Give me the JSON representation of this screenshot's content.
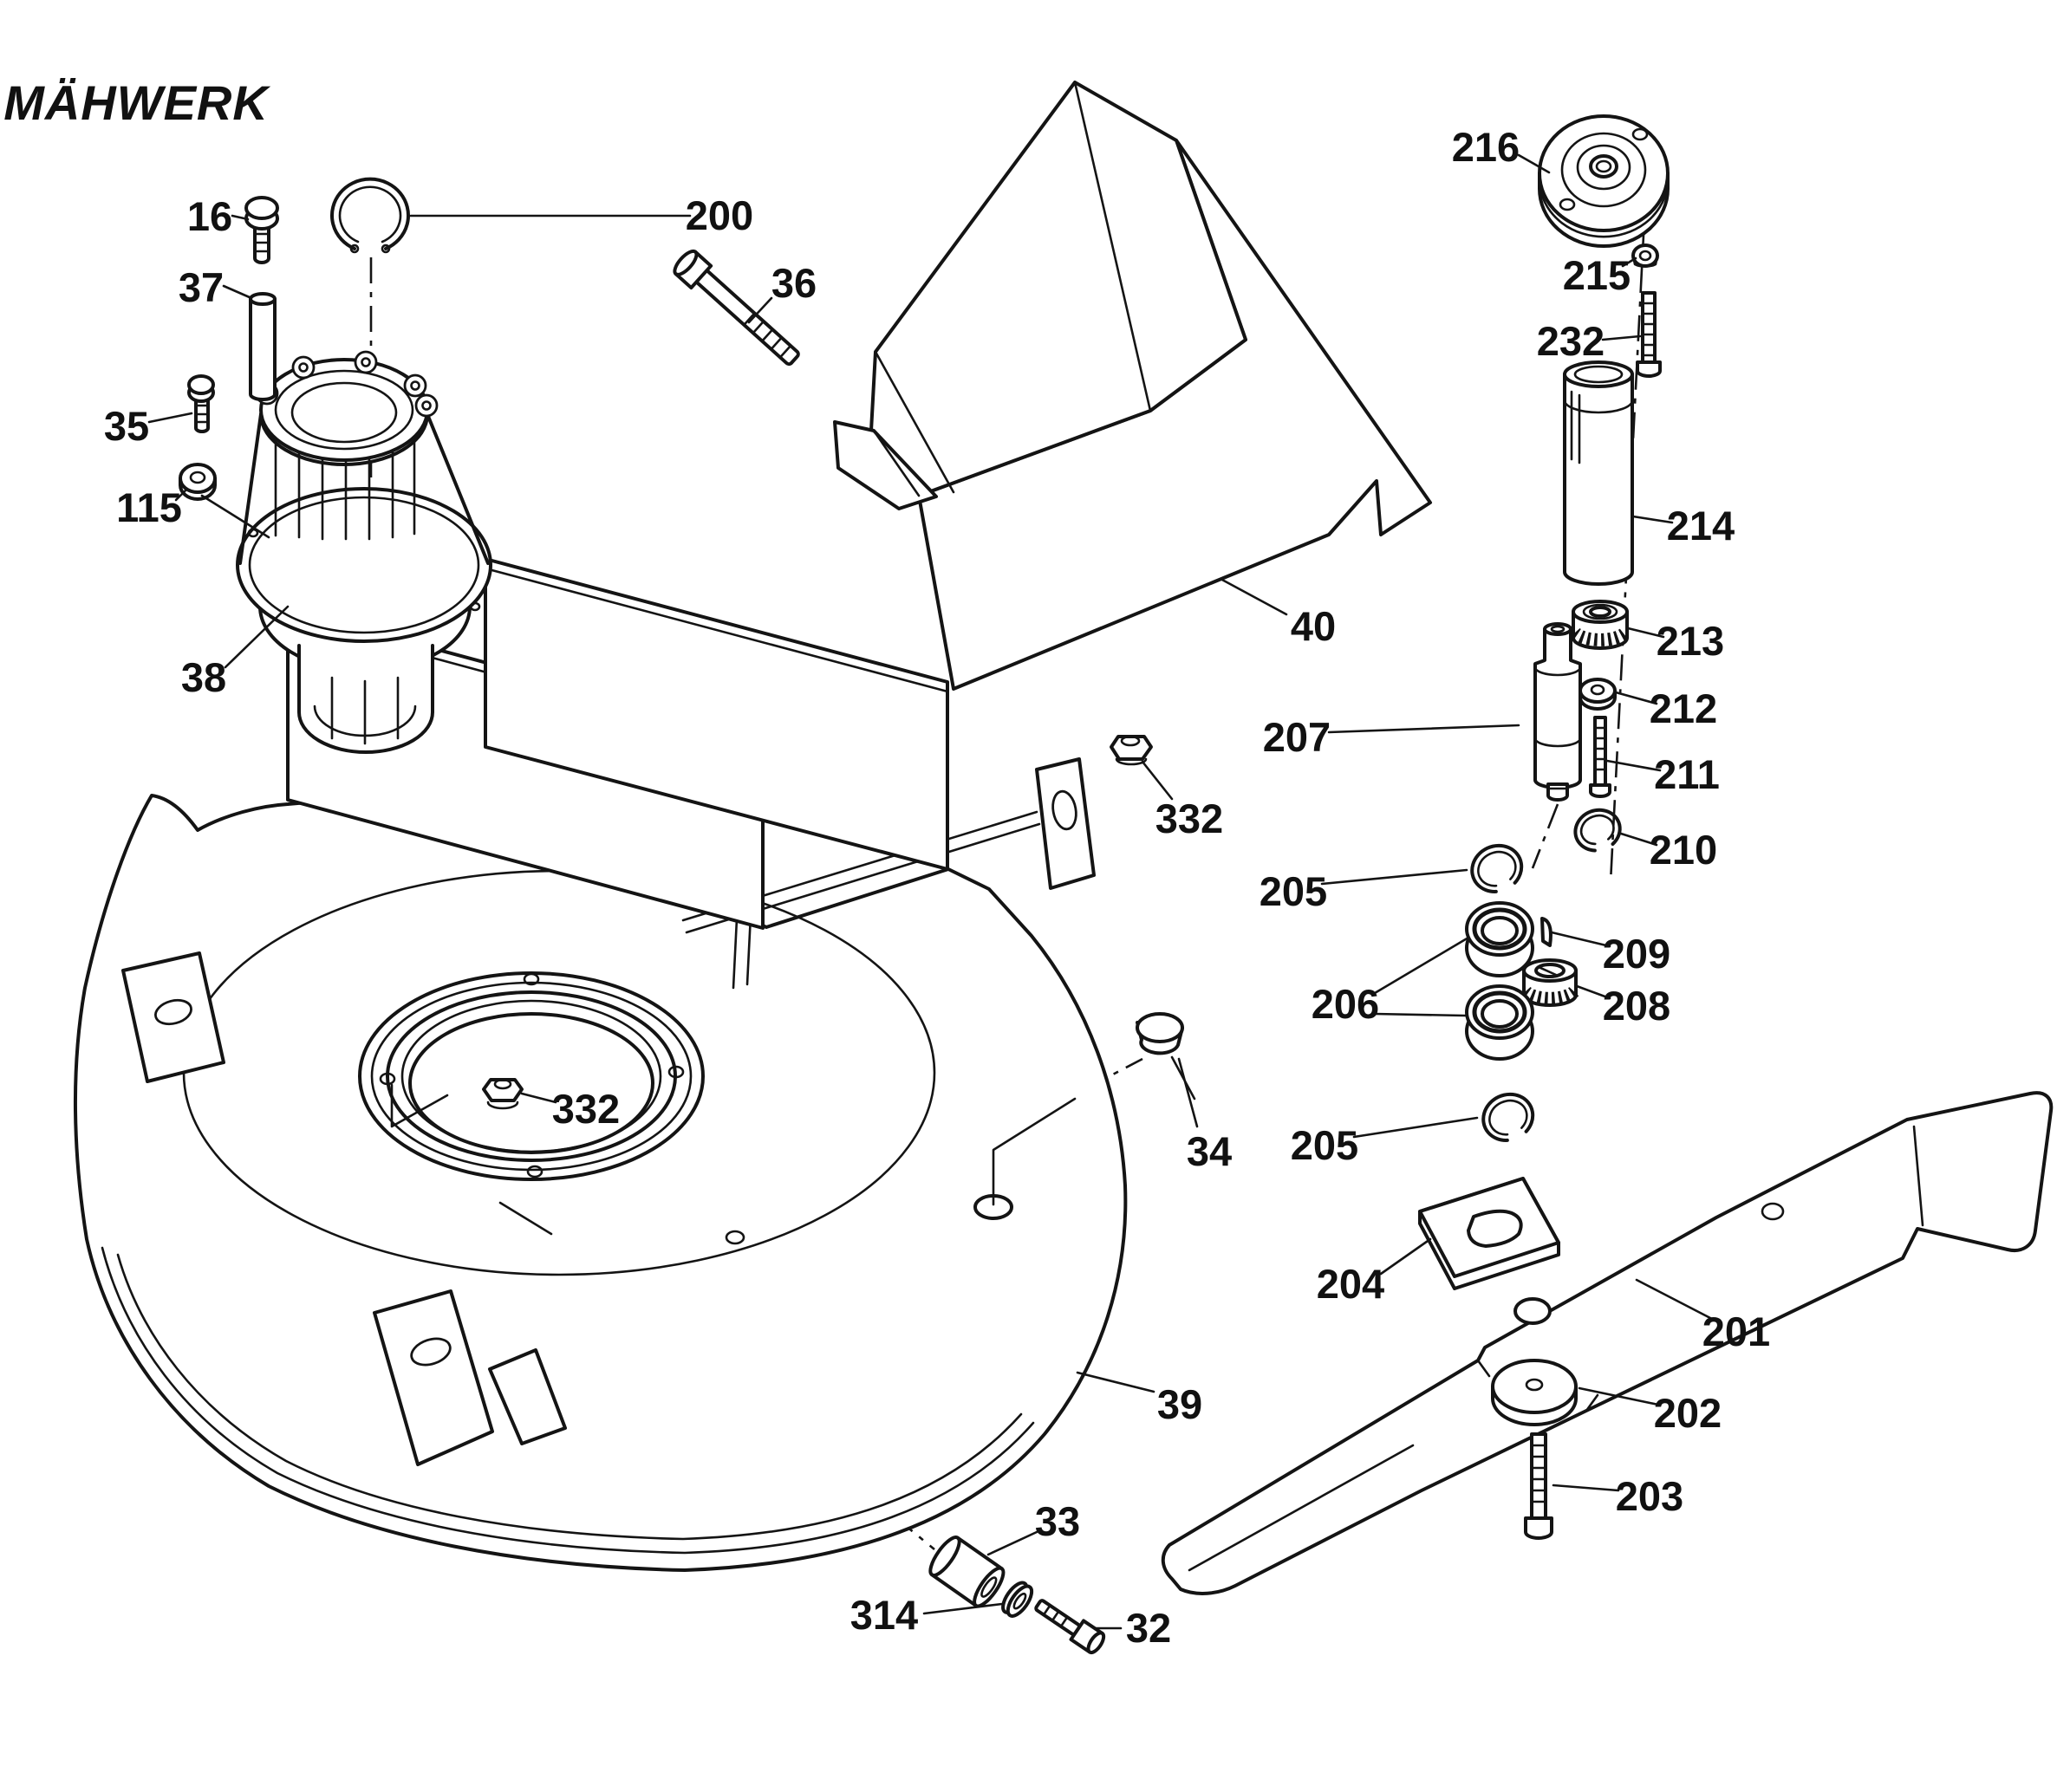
{
  "title": "MÄHWERK",
  "ink_color": "#141414",
  "paper_color": "#ffffff",
  "parts": [
    {
      "number": "16",
      "name": "flange-screw"
    },
    {
      "number": "200",
      "name": "snap-ring-large"
    },
    {
      "number": "37",
      "name": "pin-spacer"
    },
    {
      "number": "36",
      "name": "hex-bolt-long"
    },
    {
      "number": "35",
      "name": "flange-screw-small"
    },
    {
      "number": "115",
      "name": "washer"
    },
    {
      "number": "38",
      "name": "blower-housing"
    },
    {
      "number": "40",
      "name": "discharge-chute"
    },
    {
      "number": "216",
      "name": "pulley-disc"
    },
    {
      "number": "215",
      "name": "nut"
    },
    {
      "number": "232",
      "name": "socket-screw"
    },
    {
      "number": "214",
      "name": "spacer-sleeve"
    },
    {
      "number": "213",
      "name": "gear"
    },
    {
      "number": "212",
      "name": "washer-small"
    },
    {
      "number": "211",
      "name": "screw-long"
    },
    {
      "number": "210",
      "name": "snap-ring"
    },
    {
      "number": "209",
      "name": "woodruff-key"
    },
    {
      "number": "208",
      "name": "gear-hub"
    },
    {
      "number": "207",
      "name": "spindle-shaft"
    },
    {
      "number": "332",
      "name": "flange-nut-upper"
    },
    {
      "number": "205",
      "name": "snap-ring-upper"
    },
    {
      "number": "206",
      "name": "ball-bearings"
    },
    {
      "number": "205",
      "name": "snap-ring-lower"
    },
    {
      "number": "204",
      "name": "blade-holder"
    },
    {
      "number": "34",
      "name": "cap-plug"
    },
    {
      "number": "332",
      "name": "flange-nut-deck"
    },
    {
      "number": "39",
      "name": "mower-deck"
    },
    {
      "number": "201",
      "name": "blade"
    },
    {
      "number": "202",
      "name": "blade-washer"
    },
    {
      "number": "203",
      "name": "blade-bolt"
    },
    {
      "number": "33",
      "name": "spacer-bushing"
    },
    {
      "number": "314",
      "name": "washer-flat"
    },
    {
      "number": "32",
      "name": "hex-bolt"
    }
  ]
}
